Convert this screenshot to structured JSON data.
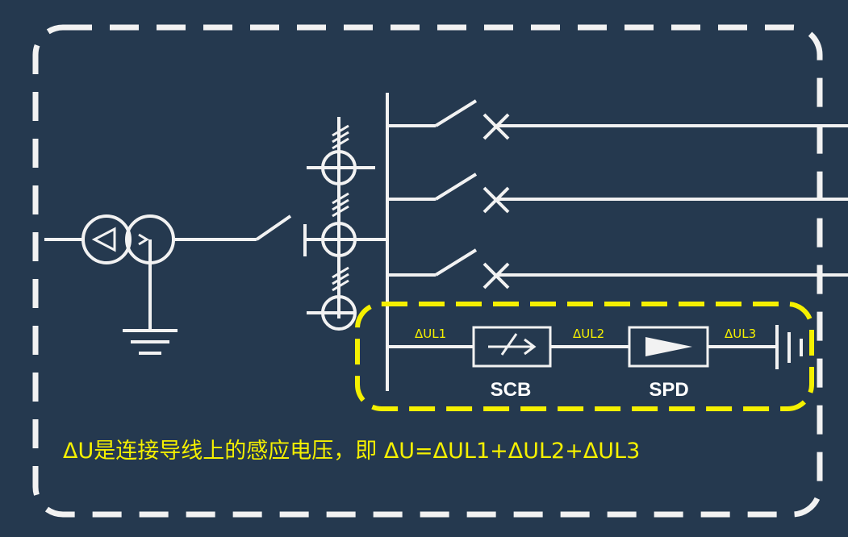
{
  "colors": {
    "background": "#25394f",
    "line": "#f2f2f2",
    "highlight": "#f5f000"
  },
  "labels": {
    "dul1": "ΔUL1",
    "dul2": "ΔUL2",
    "dul3": "ΔUL3",
    "scb": "SCB",
    "spd": "SPD"
  },
  "caption": "ΔU是连接导线上的感应电压，即 ΔU=ΔUL1+ΔUL2+ΔUL3"
}
